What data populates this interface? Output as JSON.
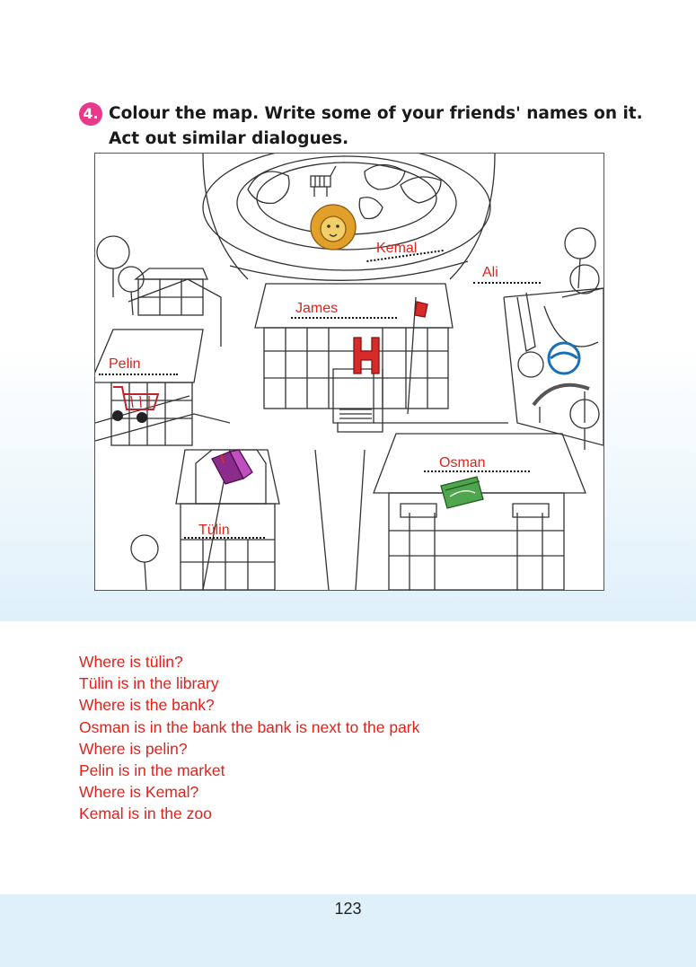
{
  "exercise": {
    "number": "4.",
    "instruction_lines": [
      "Colour the map. Write some of your friends' names on it.",
      "Act out similar dialogues."
    ]
  },
  "map_labels": {
    "kemal": "Kemal",
    "ali": "Ali",
    "james": "James",
    "pelin": "Pelin",
    "osman": "Osman",
    "tulin": "Tülin"
  },
  "answers": [
    "Where is tülin?",
    "Tülin is in the library",
    "Where is the bank?",
    "Osman is in the bank the bank is next to the park",
    "Where is pelin?",
    "Pelin is in the market",
    "Where is Kemal?",
    "Kemal is in the zoo"
  ],
  "page_number": "123",
  "colors": {
    "badge": "#e8398a",
    "answer_text": "#e32119",
    "band": "#dff0fa"
  },
  "icons": [
    "lion-icon",
    "zebra-icon",
    "shopping-cart-icon",
    "book-icon",
    "money-icon",
    "hospital-h-icon",
    "flag-icon",
    "ball-icon",
    "tree-icon"
  ]
}
